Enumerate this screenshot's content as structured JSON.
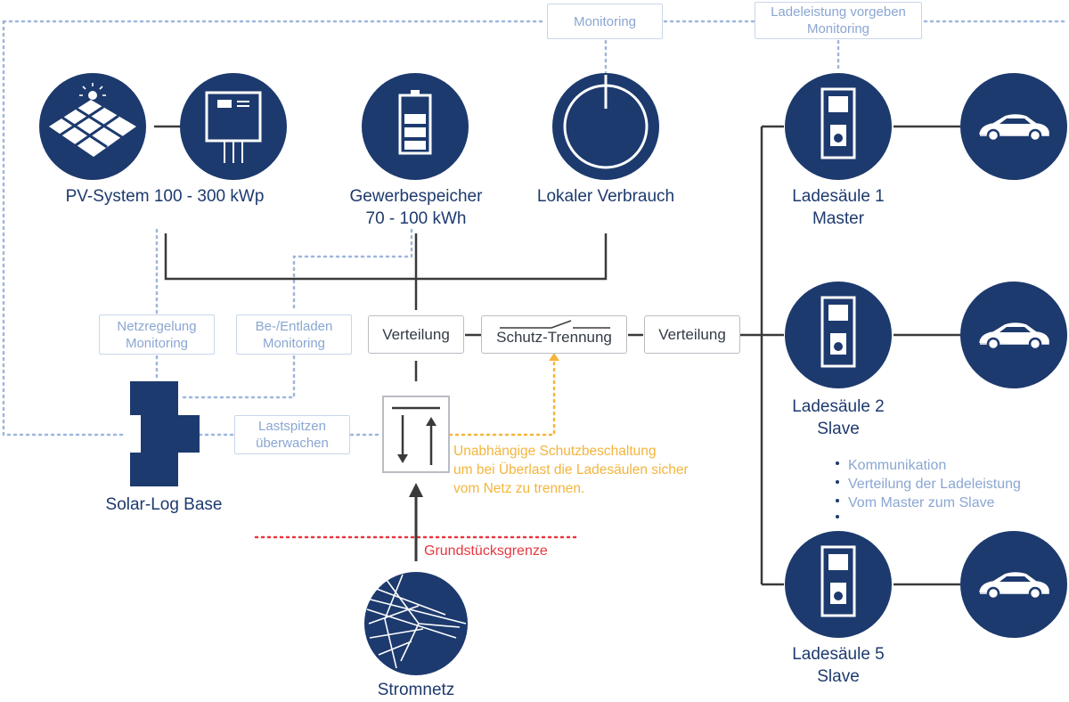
{
  "colors": {
    "navy": "#1d3a6e",
    "dark_line": "#3a3a3a",
    "dotted_blue": "#9fb6dc",
    "tag_text": "#8aa6d2",
    "orange": "#f3b53b",
    "red": "#e8373f"
  },
  "nodes": {
    "pv": {
      "icon": "solar-panel-icon",
      "label": "PV-System 100 - 300 kWp"
    },
    "inverter": {
      "icon": "inverter-icon"
    },
    "storage": {
      "icon": "battery-icon",
      "label1": "Gewerbespeicher",
      "label2": "70 - 100 kWh"
    },
    "consumption": {
      "icon": "power-dial-icon",
      "label": "Lokaler Verbrauch"
    },
    "solarlog": {
      "icon": "solar-log-icon",
      "label": "Solar-Log Base"
    },
    "grid": {
      "icon": "power-pylon-icon",
      "label": "Stromnetz"
    },
    "charger1": {
      "icon": "charging-station-icon",
      "label1": "Ladesäule 1",
      "label2": "Master"
    },
    "charger2": {
      "icon": "charging-station-icon",
      "label1": "Ladesäule 2",
      "label2": "Slave"
    },
    "charger5": {
      "icon": "charging-station-icon",
      "label1": "Ladesäule 5",
      "label2": "Slave"
    },
    "car1": {
      "icon": "car-icon"
    },
    "car2": {
      "icon": "car-icon"
    },
    "car5": {
      "icon": "car-icon"
    }
  },
  "tags": {
    "monitoring": "Monitoring",
    "ladeleistung_1": "Ladeleistung vorgeben",
    "ladeleistung_2": "Monitoring",
    "netzregelung_1": "Netzregelung",
    "netzregelung_2": "Monitoring",
    "beentladen_1": "Be-/Entladen",
    "beentladen_2": "Monitoring",
    "lastspitzen_1": "Lastspitzen",
    "lastspitzen_2": "überwachen"
  },
  "distribution": {
    "left": "Verteilung",
    "protection": "Schutz-Trennung",
    "right": "Verteilung"
  },
  "meter": {
    "icon": "bidirectional-meter-icon"
  },
  "notes": {
    "protection_1": "Unabhängige Schutzbeschaltung",
    "protection_2": "um bei Überlast die Ladesäulen sicher",
    "protection_3": "vom Netz zu trennen.",
    "boundary": "Grundstücksgrenze"
  },
  "communication": [
    "Kommunikation",
    "Verteilung der Ladeleistung",
    "Vom Master zum Slave"
  ]
}
